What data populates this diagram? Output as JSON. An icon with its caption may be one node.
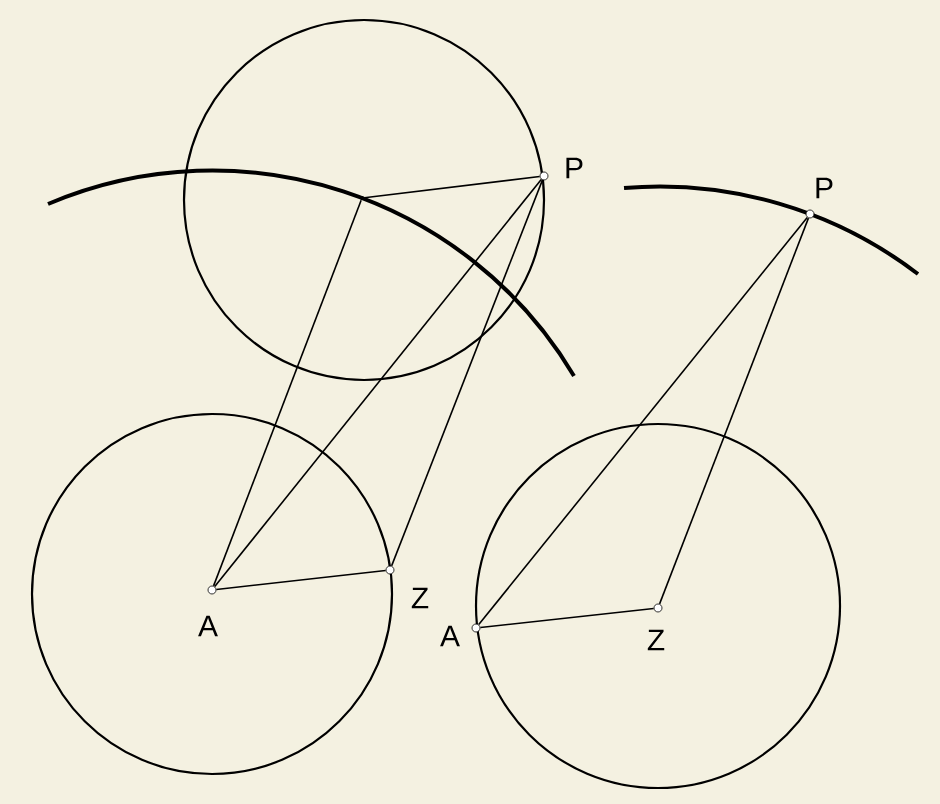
{
  "diagram": {
    "nodes": [
      {
        "text": [],
        "shape": "circle",
        "beside": [
          "P"
        ]
      },
      {
        "text": [],
        "shape": "point"
      },
      {
        "text": [],
        "shape": "circle",
        "beside": [
          "A"
        ]
      },
      {
        "text": [],
        "shape": "circle",
        "beside": [
          "Z"
        ]
      },
      {
        "text": [],
        "shape": "circle",
        "beside": [
          "P"
        ]
      },
      {
        "text": [],
        "shape": "circle",
        "beside": [
          "A"
        ]
      },
      {
        "text": [],
        "shape": "circle",
        "beside": [
          "Z"
        ]
      }
    ],
    "edges": [
      {
        "from": 2,
        "to": 3,
        "arrow": "none"
      },
      {
        "from": 2,
        "to": 1,
        "arrow": "none"
      },
      {
        "from": 2,
        "to": 0,
        "arrow": "none"
      },
      {
        "from": 1,
        "to": 0,
        "arrow": "none"
      },
      {
        "from": 3,
        "to": 0,
        "arrow": "none"
      },
      {
        "from": 5,
        "to": 6,
        "arrow": "none"
      },
      {
        "from": 5,
        "to": 4,
        "arrow": "none"
      },
      {
        "from": 6,
        "to": 4,
        "arrow": "none"
      }
    ]
  }
}
